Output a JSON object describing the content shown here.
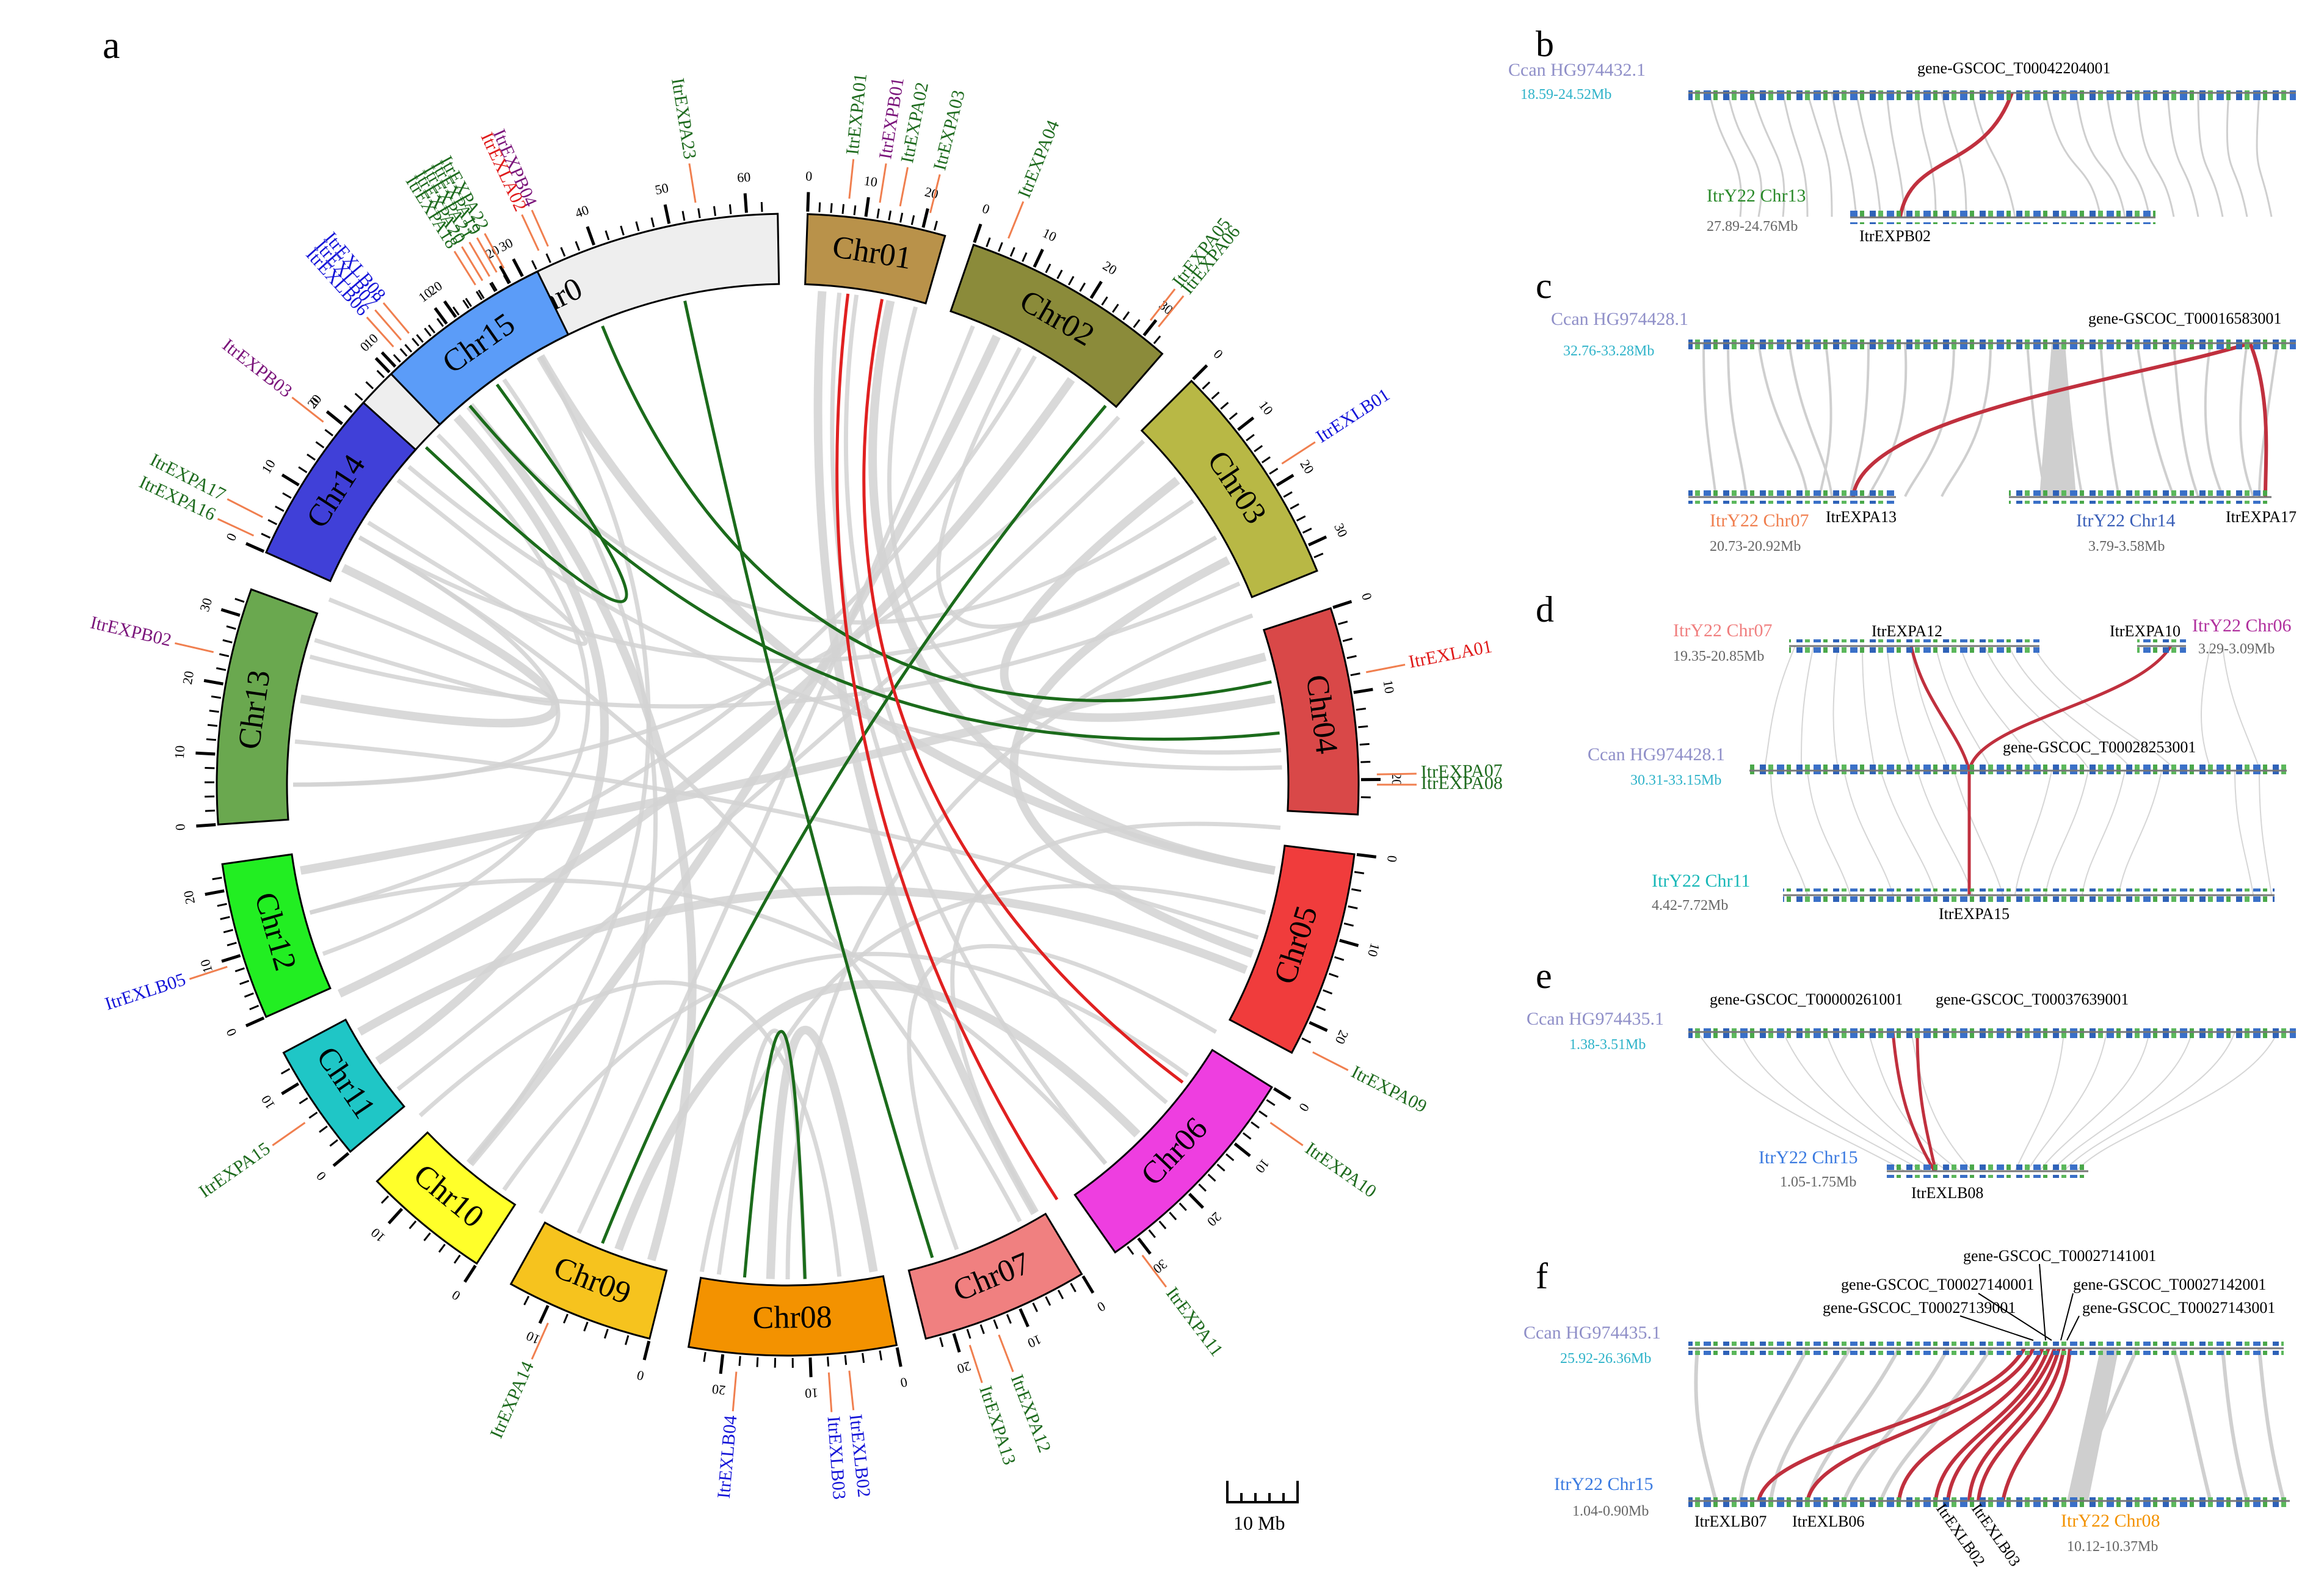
{
  "panels": {
    "a": {
      "label": "a",
      "scale_label": "10 Mb",
      "chromosomes": [
        {
          "name": "Chr0",
          "start_deg": -51,
          "end_deg": -1,
          "color": "#eeeeee",
          "ticks": [
            0,
            10,
            20,
            30,
            40,
            50,
            60
          ]
        },
        {
          "name": "Chr01",
          "start_deg": 2,
          "end_deg": 16,
          "color": "#b9924a",
          "ticks": [
            0,
            10,
            20
          ]
        },
        {
          "name": "Chr02",
          "start_deg": 19,
          "end_deg": 41,
          "color": "#8b8b3a",
          "ticks": [
            0,
            10,
            20,
            30
          ]
        },
        {
          "name": "Chr03",
          "start_deg": 45,
          "end_deg": 68,
          "color": "#b8b845",
          "ticks": [
            0,
            10,
            20,
            30
          ]
        },
        {
          "name": "Chr04",
          "start_deg": 72,
          "end_deg": 93,
          "color": "#d94848",
          "ticks": [
            0,
            10,
            20
          ]
        },
        {
          "name": "Chr05",
          "start_deg": 97,
          "end_deg": 118,
          "color": "#f03c3c",
          "ticks": [
            0,
            10,
            20
          ]
        },
        {
          "name": "Chr06",
          "start_deg": 122,
          "end_deg": 145,
          "color": "#ee3ee0",
          "ticks": [
            0,
            10,
            20,
            30
          ]
        },
        {
          "name": "Chr07",
          "start_deg": 149,
          "end_deg": 166,
          "color": "#f08080",
          "ticks": [
            0,
            10,
            20
          ]
        },
        {
          "name": "Chr08",
          "start_deg": 169,
          "end_deg": 190,
          "color": "#f39200",
          "ticks": [
            0,
            10,
            20
          ]
        },
        {
          "name": "Chr09",
          "start_deg": 194,
          "end_deg": 209,
          "color": "#f6c31e",
          "ticks": [
            0,
            10
          ]
        },
        {
          "name": "Chr10",
          "start_deg": 213,
          "end_deg": 226,
          "color": "#ffff2a",
          "ticks": [
            0,
            10
          ]
        },
        {
          "name": "Chr11",
          "start_deg": 230,
          "end_deg": 242,
          "color": "#1fc6c6",
          "ticks": [
            0,
            10
          ]
        },
        {
          "name": "Chr12",
          "start_deg": 246,
          "end_deg": 262,
          "color": "#22ee22",
          "ticks": [
            0,
            10,
            20
          ]
        },
        {
          "name": "Chr13",
          "start_deg": 266,
          "end_deg": 290,
          "color": "#6aa84f",
          "ticks": [
            0,
            10,
            20,
            30
          ]
        },
        {
          "name": "Chr14",
          "start_deg": 294,
          "end_deg": 312,
          "color": "#4040d8",
          "ticks": [
            0,
            10,
            20
          ]
        },
        {
          "name": "Chr15",
          "start_deg": 316,
          "end_deg": 334,
          "color": "#5b9cf8",
          "ticks": [
            0,
            10,
            20
          ]
        }
      ],
      "genes": [
        {
          "name": "ItrEXPB04",
          "deg": -24,
          "color": "#7b157b"
        },
        {
          "name": "ItrEXPA23",
          "deg": -9,
          "color": "#1e6b1e"
        },
        {
          "name": "ItrEXPA01",
          "deg": 6,
          "color": "#1e6b1e"
        },
        {
          "name": "ItrEXPB01",
          "deg": 9,
          "color": "#7b157b"
        },
        {
          "name": "ItrEXPA02",
          "deg": 11,
          "color": "#1e6b1e"
        },
        {
          "name": "ItrEXPA03",
          "deg": 14,
          "color": "#1e6b1e"
        },
        {
          "name": "ItrEXPA04",
          "deg": 22,
          "color": "#1e6b1e"
        },
        {
          "name": "ItrEXPA05",
          "deg": 38,
          "color": "#1e6b1e"
        },
        {
          "name": "ItrEXPA06",
          "deg": 39,
          "color": "#1e6b1e"
        },
        {
          "name": "ItrEXLB01",
          "deg": 57,
          "color": "#1414d8"
        },
        {
          "name": "ItrEXLA01",
          "deg": 79,
          "color": "#e01b1b"
        },
        {
          "name": "ItrEXPA07",
          "deg": 89,
          "color": "#1e6b1e"
        },
        {
          "name": "ItrEXPA08",
          "deg": 90,
          "color": "#1e6b1e"
        },
        {
          "name": "ItrEXPA09",
          "deg": 117,
          "color": "#1e6b1e"
        },
        {
          "name": "ItrEXPA10",
          "deg": 125,
          "color": "#1e6b1e"
        },
        {
          "name": "ItrEXPA11",
          "deg": 143,
          "color": "#1e6b1e"
        },
        {
          "name": "ItrEXPA12",
          "deg": 159,
          "color": "#1e6b1e"
        },
        {
          "name": "ItrEXPA13",
          "deg": 162,
          "color": "#1e6b1e"
        },
        {
          "name": "ItrEXLB02",
          "deg": 174,
          "color": "#1414d8"
        },
        {
          "name": "ItrEXLB03",
          "deg": 176,
          "color": "#1414d8"
        },
        {
          "name": "ItrEXLB04",
          "deg": 185,
          "color": "#1414d8"
        },
        {
          "name": "ItrEXPA14",
          "deg": 204,
          "color": "#1e6b1e"
        },
        {
          "name": "ItrEXPA15",
          "deg": 235,
          "color": "#1e6b1e"
        },
        {
          "name": "ItrEXLB05",
          "deg": 252,
          "color": "#1414d8"
        },
        {
          "name": "ItrEXPB02",
          "deg": 283,
          "color": "#7b157b"
        },
        {
          "name": "ItrEXPA16",
          "deg": 295,
          "color": "#1e6b1e"
        },
        {
          "name": "ItrEXPA17",
          "deg": 297,
          "color": "#1e6b1e"
        },
        {
          "name": "ItrEXPB03",
          "deg": 308,
          "color": "#7b157b"
        },
        {
          "name": "ItrEXLB06",
          "deg": 318,
          "color": "#1414d8"
        },
        {
          "name": "ItrEXLB07",
          "deg": 319,
          "color": "#1414d8"
        },
        {
          "name": "ItrEXLB08",
          "deg": 320,
          "color": "#1414d8"
        },
        {
          "name": "ItrEXPA18",
          "deg": 328,
          "color": "#1e6b1e"
        },
        {
          "name": "ItrEXPA20",
          "deg": 328.8,
          "color": "#1e6b1e"
        },
        {
          "name": "ItrEXPA21",
          "deg": 329.6,
          "color": "#1e6b1e"
        },
        {
          "name": "ItrEXPA19",
          "deg": 330.4,
          "color": "#1e6b1e"
        },
        {
          "name": "ItrEXPA22",
          "deg": 331.2,
          "color": "#1e6b1e"
        },
        {
          "name": "ItrEXLA02",
          "deg": 335,
          "color": "#e01b1b"
        }
      ],
      "links_red": [
        [
          7,
          147
        ],
        [
          11,
          127
        ]
      ],
      "links_green": [
        [
          -36,
          313
        ],
        [
          -12,
          163
        ],
        [
          40,
          202
        ],
        [
          84,
          320
        ],
        [
          -22,
          78
        ],
        [
          185,
          178
        ]
      ]
    },
    "b": {
      "label": "b",
      "top_name": "Ccan HG974432.1",
      "top_range": "18.59-24.52Mb",
      "top_gene": "gene-GSCOC_T00042204001",
      "bottom_name": "ItrY22 Chr13",
      "bottom_range": "27.89-24.76Mb",
      "bottom_gene": "ItrEXPB02"
    },
    "c": {
      "label": "c",
      "top_name": "Ccan HG974428.1",
      "top_range": "32.76-33.28Mb",
      "top_gene": "gene-GSCOC_T00016583001",
      "bl_name": "ItrY22 Chr07",
      "bl_range": "20.73-20.92Mb",
      "bl_gene": "ItrEXPA13",
      "br_name": "ItrY22 Chr14",
      "br_range": "3.79-3.58Mb",
      "br_gene": "ItrEXPA17"
    },
    "d": {
      "label": "d",
      "tl_name": "ItrY22 Chr07",
      "tl_range": "19.35-20.85Mb",
      "tl_gene": "ItrEXPA12",
      "tr_name": "ItrY22 Chr06",
      "tr_range": "3.29-3.09Mb",
      "tr_gene": "ItrEXPA10",
      "mid_name": "Ccan HG974428.1",
      "mid_range": "30.31-33.15Mb",
      "mid_gene": "gene-GSCOC_T00028253001",
      "bot_name": "ItrY22 Chr11",
      "bot_range": "4.42-7.72Mb",
      "bot_gene": "ItrEXPA15"
    },
    "e": {
      "label": "e",
      "top_name": "Ccan HG974435.1",
      "top_range": "1.38-3.51Mb",
      "gene1": "gene-GSCOC_T00000261001",
      "gene2": "gene-GSCOC_T00037639001",
      "bottom_name": "ItrY22 Chr15",
      "bottom_range": "1.05-1.75Mb",
      "bottom_gene": "ItrEXLB08"
    },
    "f": {
      "label": "f",
      "top_name": "Ccan HG974435.1",
      "top_range": "25.92-26.36Mb",
      "genes": [
        "gene-GSCOC_T00027141001",
        "gene-GSCOC_T00027140001",
        "gene-GSCOC_T00027142001",
        "gene-GSCOC_T00027139001",
        "gene-GSCOC_T00027143001"
      ],
      "bl_name": "ItrY22 Chr15",
      "bl_range": "1.04-0.90Mb",
      "br_name": "ItrY22 Chr08",
      "br_range": "10.12-10.37Mb",
      "bottom_genes": [
        "ItrEXLB07",
        "ItrEXLB06",
        "ItrEXLB02",
        "ItrEXLB03"
      ]
    }
  },
  "colors": {
    "ccan": "#8f8fc8",
    "range": "#2fb3c9",
    "link_red": "#c0303e",
    "link_grey": "#cfcfcf",
    "label_orange": "#f07f4f"
  }
}
